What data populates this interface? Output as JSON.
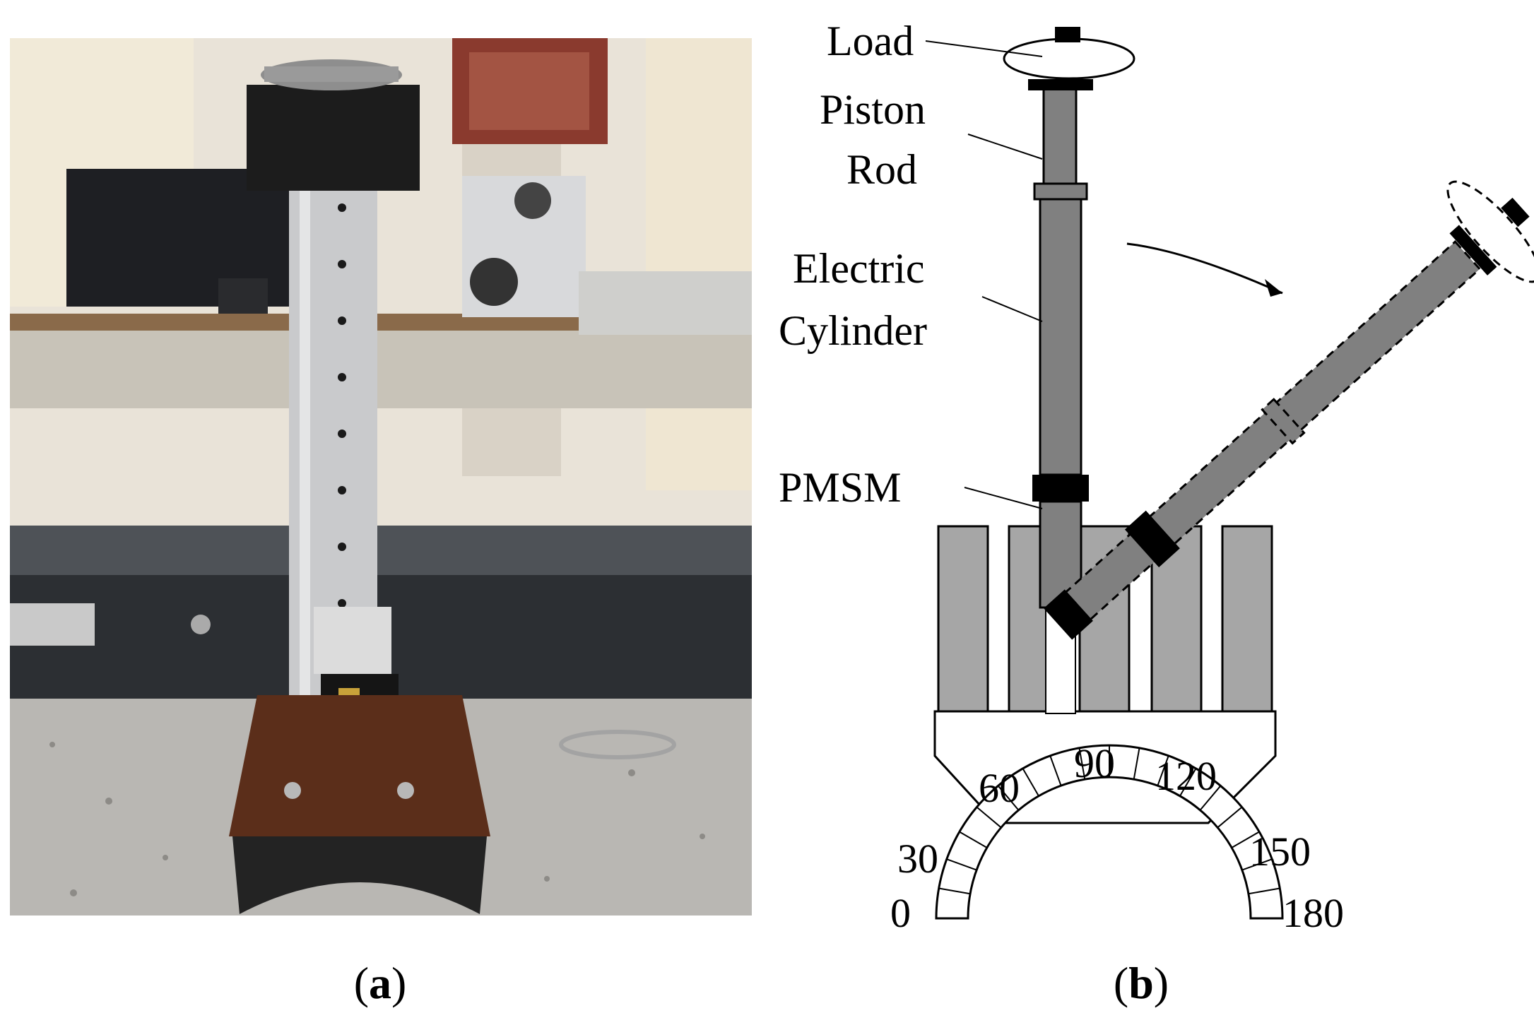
{
  "panel_a": {
    "caption_letter": "a"
  },
  "panel_b": {
    "caption_letter": "b",
    "labels": {
      "load": "Load",
      "piston_line1": "Piston",
      "piston_line2": "Rod",
      "cylinder_line1": "Electric",
      "cylinder_line2": "Cylinder",
      "pmsm": "PMSM"
    },
    "scale_ticks": [
      "0",
      "30",
      "60",
      "90",
      "120",
      "150",
      "180"
    ],
    "colors": {
      "cylinder_gray": "#808080",
      "block_gray": "#a6a6a6",
      "black": "#000000"
    }
  }
}
